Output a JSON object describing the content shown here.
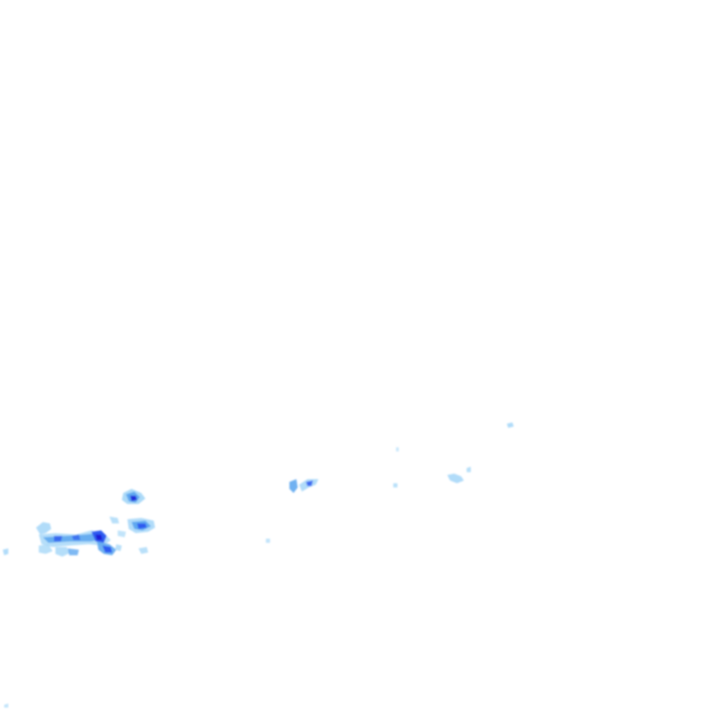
{
  "map": {
    "layer": "precipitation-radar-overlay",
    "background_color": "#ffffff",
    "palette": {
      "light": "#a8d8f8",
      "medium": "#5fa8f0",
      "strong": "#2e5bf0",
      "intense": "#1a1ad8"
    },
    "echo_clusters": [
      {
        "id": "cluster-west-main",
        "intensity": "intense"
      },
      {
        "id": "cluster-west-north",
        "intensity": "strong"
      },
      {
        "id": "cluster-west-east",
        "intensity": "strong"
      },
      {
        "id": "cluster-center",
        "intensity": "medium"
      },
      {
        "id": "cluster-east",
        "intensity": "light"
      },
      {
        "id": "cluster-far-east",
        "intensity": "light"
      }
    ]
  }
}
